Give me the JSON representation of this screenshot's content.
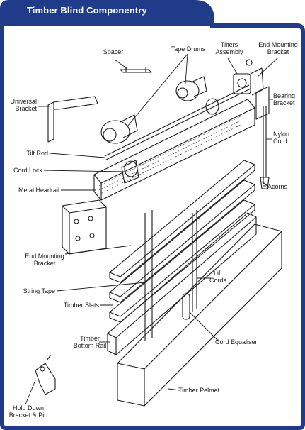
{
  "title": "Timber Blind Componentry",
  "colors": {
    "frame": "#1f3b8a",
    "ink": "#1a1a1a",
    "paper": "#ffffff"
  },
  "labels": {
    "spacer": "Spacer",
    "tape_drums": "Tape Drums",
    "tilters_assembly": "Tilters\nAssembly",
    "end_mounting_bracket_top": "End Mounting\nBracket",
    "universal_bracket": "Universal\nBracket",
    "bearing_bracket": "Bearing\nBracket",
    "nylon_cord": "Nylon\nCord",
    "tilt_rod": "Tilt Rod",
    "cord_lock": "Cord Lock",
    "metal_headrail": "Metal Headrail",
    "acorns": "Acorns",
    "end_mounting_bracket_left": "End Mounting\nBracket",
    "lift_cords": "Lift\nCords",
    "string_tape": "String Tape",
    "timber_slats": "Timber Slats",
    "timber_bottom_rail": "Timber\nBottom Rail",
    "cord_equaliser": "Cord Equaliser",
    "timber_pelmet": "Timber Pelmet",
    "hold_down_bracket_pin": "Hold Down\nBracket & Pin"
  }
}
